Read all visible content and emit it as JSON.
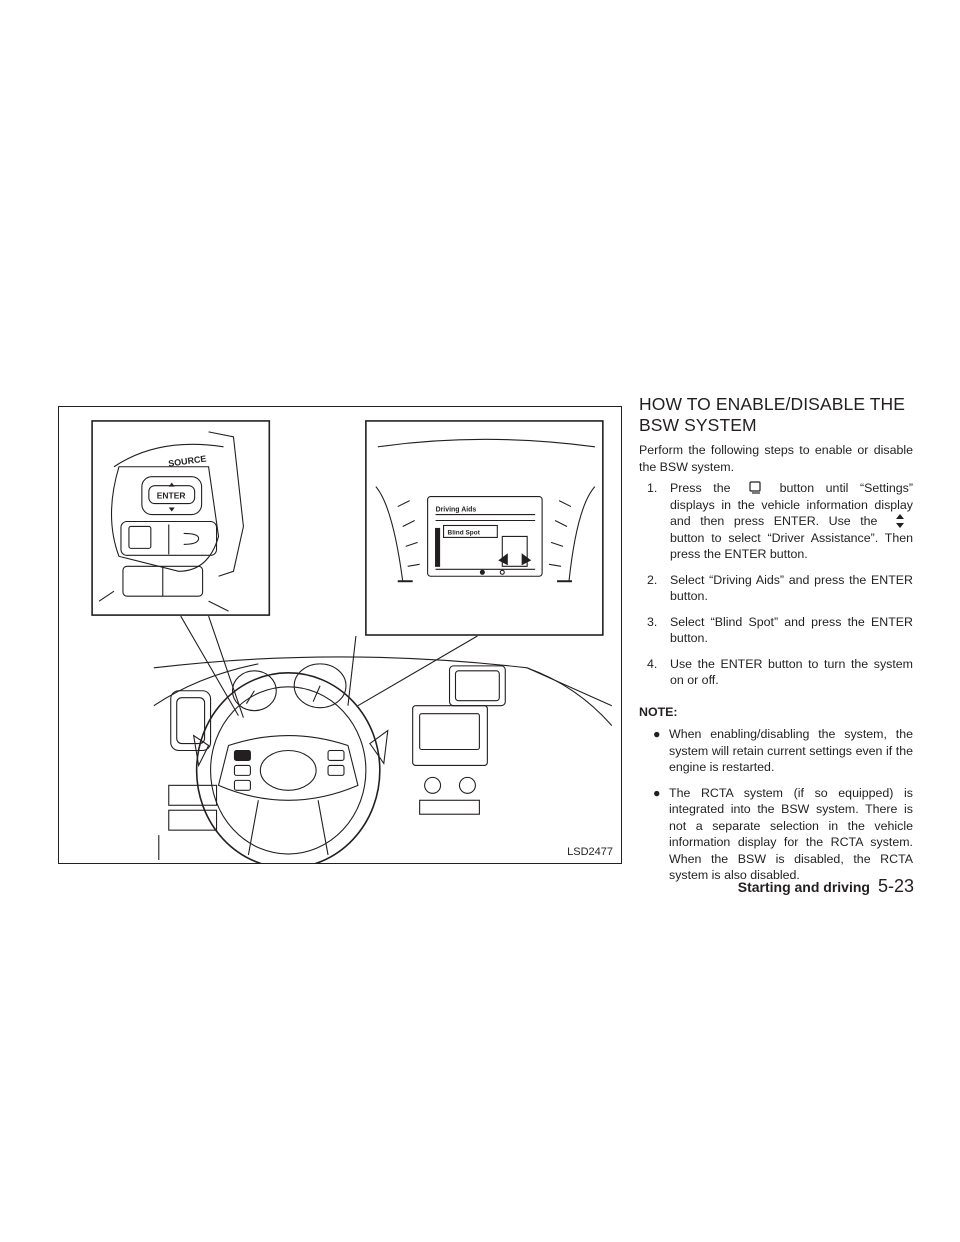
{
  "figure": {
    "code": "LSD2477",
    "switch_labels": {
      "source": "SOURCE",
      "enter": "ENTER"
    },
    "display_labels": {
      "menu": "Driving Aids",
      "item": "Blind Spot"
    }
  },
  "section": {
    "title": "HOW TO ENABLE/DISABLE THE BSW SYSTEM",
    "intro": "Perform the following steps to enable or disable the BSW system.",
    "steps": [
      {
        "num": "1.",
        "pre": "Press the",
        "mid": "button until “Settings” displays in the vehicle information display and then press ENTER. Use the",
        "post": "button to select “Driver Assistance”. Then press the ENTER button."
      },
      {
        "num": "2.",
        "text": "Select “Driving Aids” and press the ENTER button."
      },
      {
        "num": "3.",
        "text": "Select “Blind Spot” and press the ENTER button."
      },
      {
        "num": "4.",
        "text": "Use the ENTER button to turn the system on or off."
      }
    ],
    "note_heading": "NOTE:",
    "notes": [
      "When enabling/disabling the system, the system will retain current settings even if the engine is restarted.",
      "The RCTA system (if so equipped) is integrated into the BSW system. There is not a separate selection in the vehicle information display for the RCTA system. When the BSW is disabled, the RCTA system is also disabled."
    ],
    "bullet_glyph": "●"
  },
  "footer": {
    "section": "Starting and driving",
    "page": "5-23"
  },
  "colors": {
    "ink": "#231f20",
    "paper": "#ffffff"
  }
}
